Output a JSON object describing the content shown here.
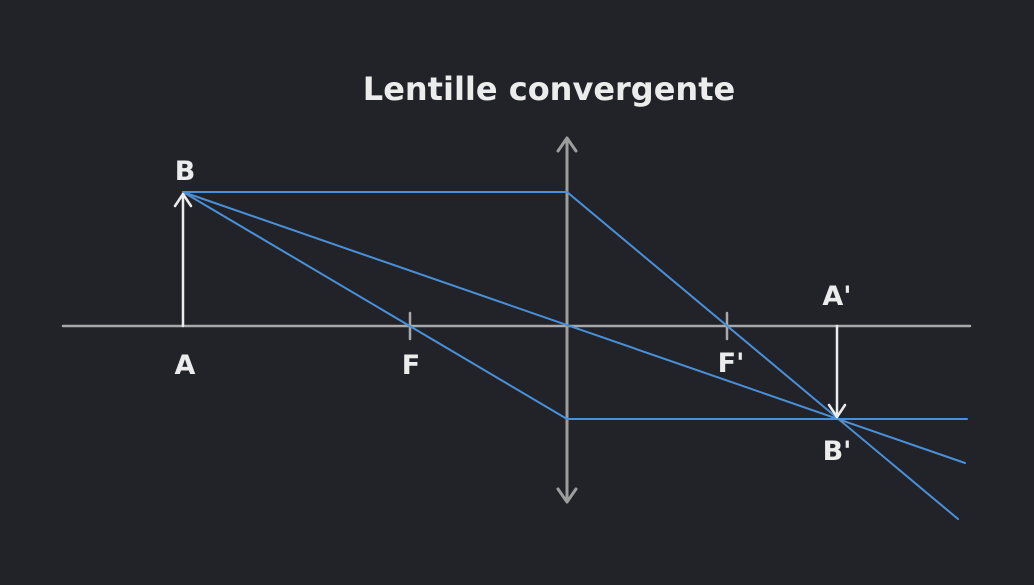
{
  "title": "Lentille convergente",
  "labels": {
    "A": "A",
    "B": "B",
    "F": "F",
    "F_prime": "F'",
    "A_prime": "A'",
    "B_prime": "B'"
  },
  "colors": {
    "background": "#212329",
    "text": "#ececec",
    "axis": "#a9a9a9",
    "lens": "#9d9d9d",
    "object_arrow": "#ececec",
    "ray": "#4a90d9"
  }
}
